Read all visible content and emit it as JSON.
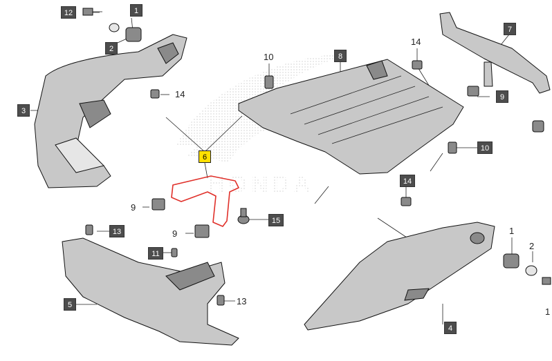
{
  "callouts": {
    "c1_top": "1",
    "c12": "12",
    "c2_top": "2",
    "c3": "3",
    "c14_a": "14",
    "c10_a": "10",
    "c8": "8",
    "c14_b": "14",
    "c7": "7",
    "c9_a": "9",
    "c10_b": "10",
    "c6": "6",
    "c9_b": "9",
    "c15": "15",
    "c9_c": "9",
    "c14_c": "14",
    "c13_a": "13",
    "c11": "11",
    "c5": "5",
    "c13_b": "13",
    "c1_right": "1",
    "c2_right": "2",
    "c4": "4",
    "c1_edge": "1"
  },
  "watermark": "HONDA",
  "colors": {
    "highlight_box": "#ffe000",
    "highlight_part": "#e0302a",
    "label_box": "#4d4d4d",
    "part_fill": "#c8c8c8"
  }
}
